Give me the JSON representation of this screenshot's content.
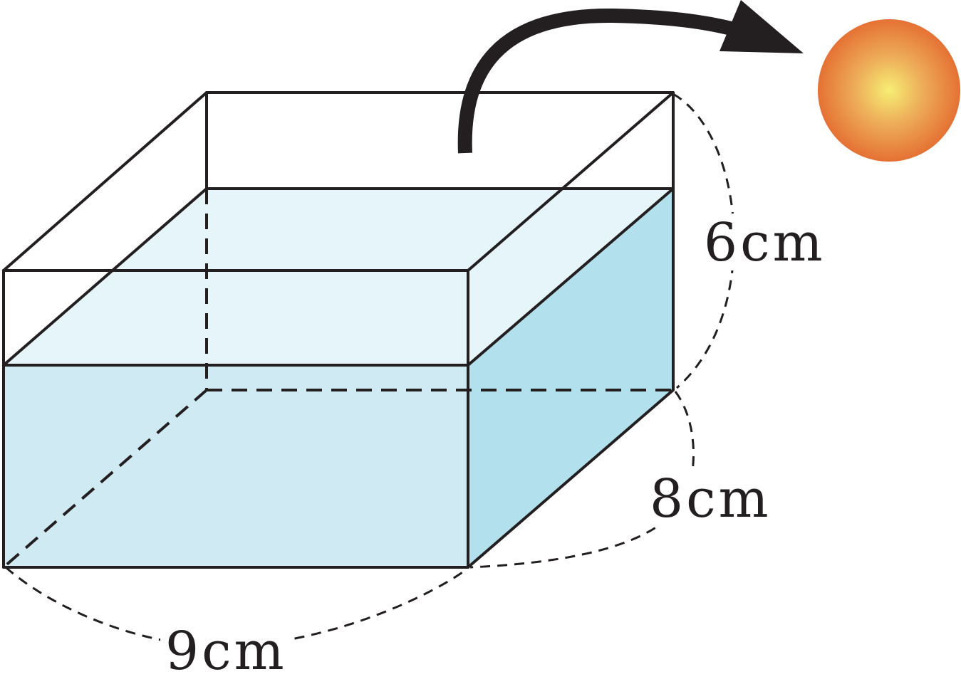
{
  "labels": {
    "height": "6cm",
    "depth": "8cm",
    "width": "9cm"
  },
  "colors": {
    "water_front": "#cfeaf2",
    "water_side": "#b2e0ec",
    "water_top": "#e6f5fa",
    "ball_center": "#f6ee74",
    "ball_edge": "#e57134",
    "arrow": "#231f20"
  },
  "icons": {
    "ball": "ball-icon",
    "arrow": "curved-arrow-icon"
  }
}
